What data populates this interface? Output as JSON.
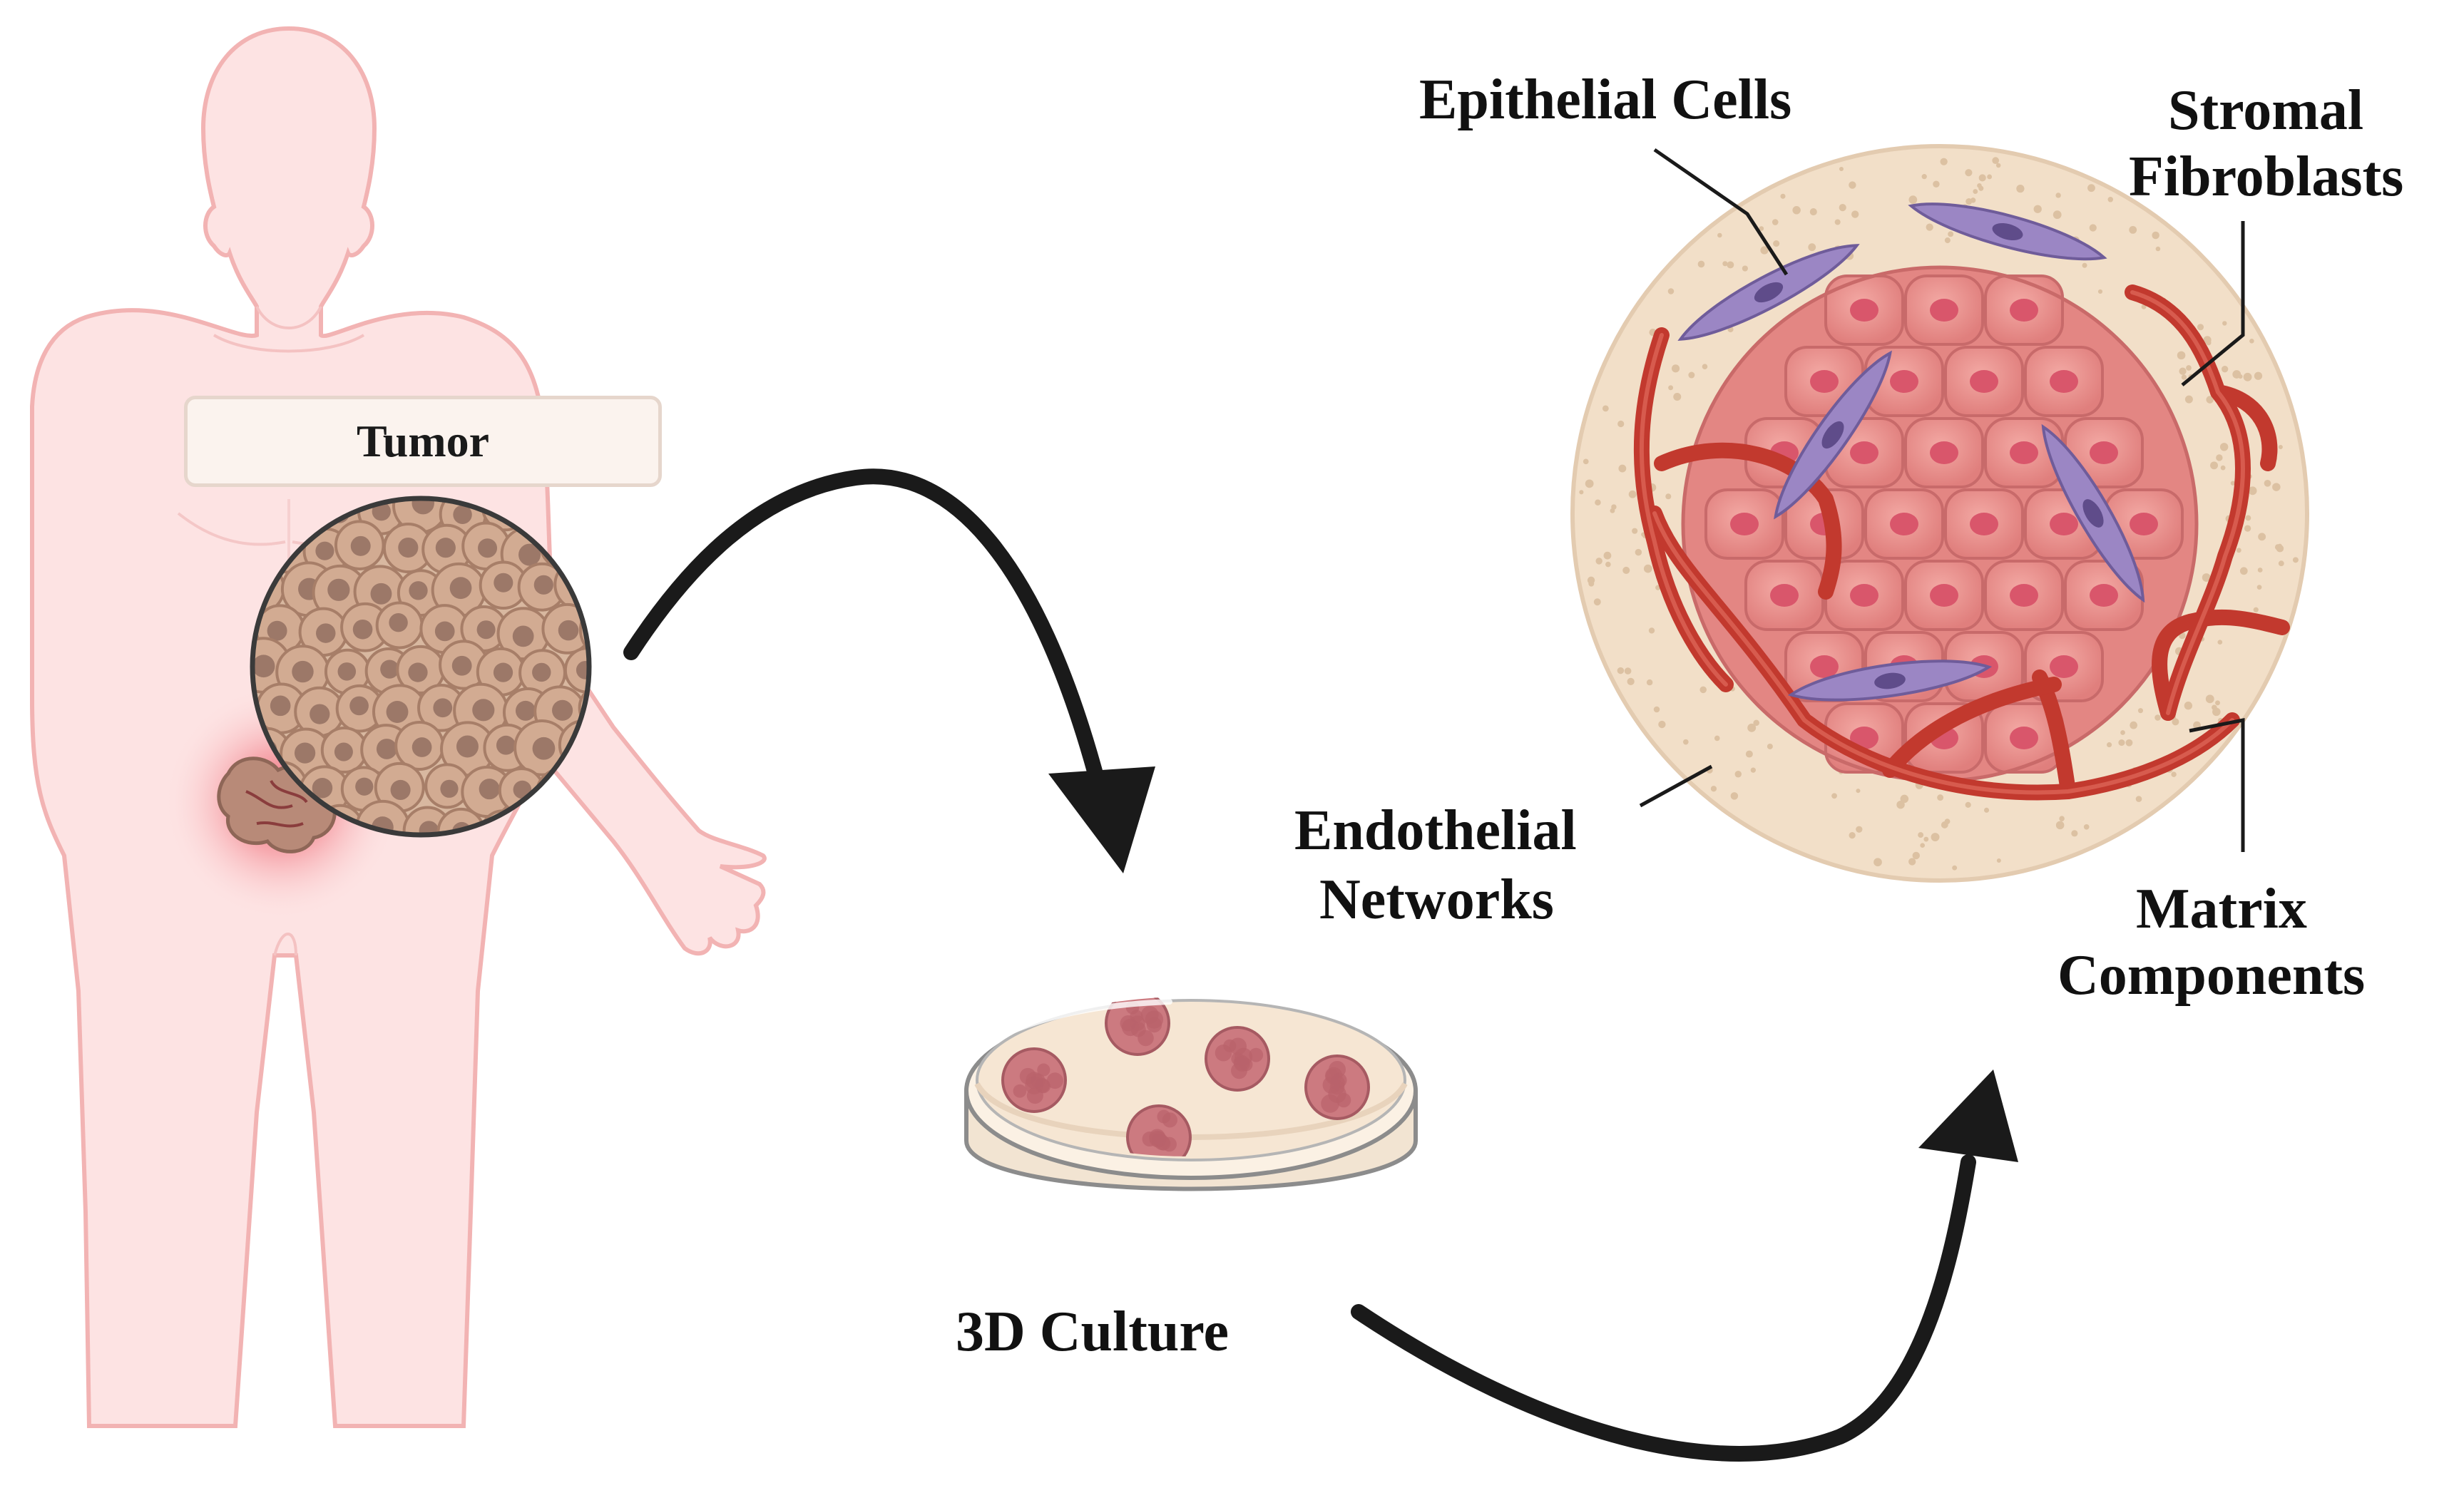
{
  "labels": {
    "tumor": "Tumor",
    "culture": "3D Culture",
    "epithelial": "Epithelial Cells",
    "stromal_line1": "Stromal",
    "stromal_line2": "Fibroblasts",
    "endothelial_line1": "Endothelial",
    "endothelial_line2": "Networks",
    "matrix_line1": "Matrix",
    "matrix_line2": "Components"
  },
  "colors": {
    "body_skin": "#fde3e3",
    "body_outline": "#f2b3b3",
    "tumor_tissue": "#c9a48c",
    "cell_pink": "#e88b8b",
    "cell_nucleus": "#d9566b",
    "fibroblast": "#9b86c4",
    "vessel": "#c0392b",
    "matrix": "#f2dfc8",
    "arrow": "#1a1a1a"
  }
}
